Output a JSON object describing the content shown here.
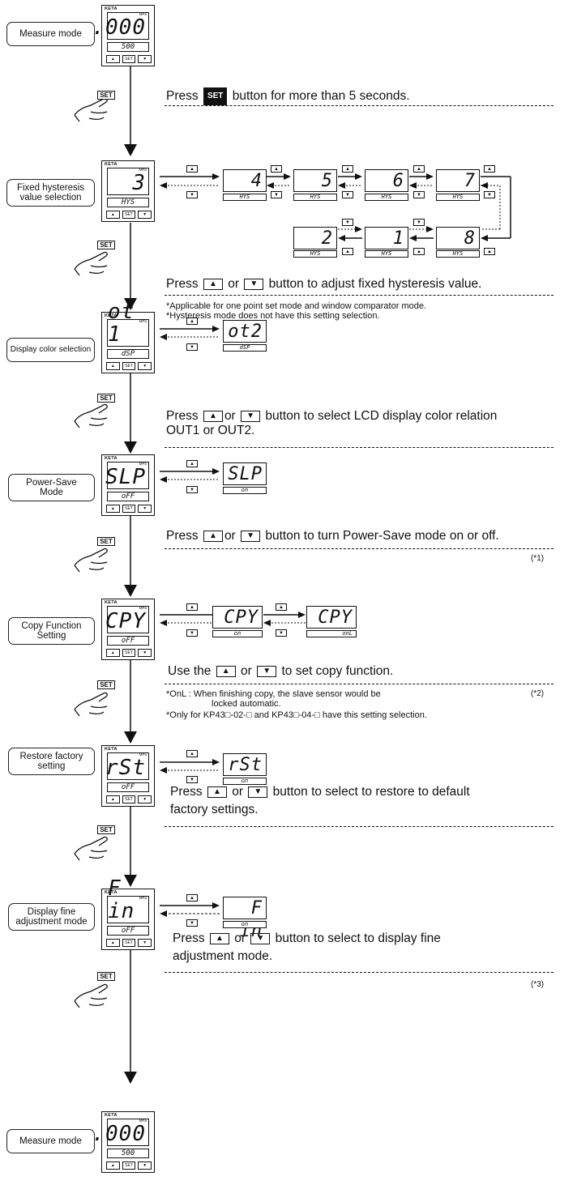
{
  "device": {
    "brand": "KETA",
    "unit": "MPa",
    "btn_up": "▲",
    "btn_set": "SET",
    "btn_down": "▼"
  },
  "steps": {
    "measure_top": {
      "label": "Measure mode",
      "main": ".000",
      "sub": "500"
    },
    "hysteresis": {
      "label": "Fixed hysteresis value selection",
      "main": "3",
      "sub": "HYS"
    },
    "color": {
      "label": "Display color selection",
      "main": "ot 1",
      "sub": "dSP"
    },
    "power": {
      "label": "Power-Save Mode",
      "main": "SLP",
      "sub": "oFF"
    },
    "copy": {
      "label": "Copy Function Setting",
      "main": "CPY",
      "sub": "oFF"
    },
    "restore": {
      "label": "Restore factory setting",
      "main": "rSt",
      "sub": "oFF"
    },
    "fine": {
      "label": "Display fine adjustment mode",
      "main": "F in",
      "sub": "oFF"
    },
    "measure_bottom": {
      "label": "Measure mode",
      "main": ".000",
      "sub": "500"
    }
  },
  "hys_values": {
    "v4": "4",
    "v5": "5",
    "v6": "6",
    "v7": "7",
    "v8": "8",
    "v1": "1",
    "v2": "2",
    "sub": "HYS"
  },
  "alt_displays": {
    "color": {
      "main": "ot2",
      "sub": "dSP"
    },
    "power": {
      "main": "SLP",
      "sub": "on"
    },
    "copy1": {
      "main": "CPY",
      "sub": "on"
    },
    "copy2": {
      "main": "CPY",
      "sub": "onL"
    },
    "restore": {
      "main": "rSt",
      "sub": "on"
    },
    "fine": {
      "main": "F in",
      "sub": "on"
    }
  },
  "hand_key": "SET",
  "instructions": {
    "i1_pre": "Press",
    "i1_post": "button for more than 5 seconds.",
    "i2_pre": "Press",
    "i2_mid": "or",
    "i2_post": "button to adjust fixed hysteresis value.",
    "i2_note1": "*Applicable for one point set mode and window comparator mode.",
    "i2_note2": "*Hysteresis mode does not have this setting selection.",
    "i3_pre": "Press",
    "i3_mid": "or",
    "i3_post": "button to select LCD display color relation",
    "i3_line2": "OUT1 or OUT2.",
    "i4_pre": "Press",
    "i4_mid": "or",
    "i4_post": "button to turn Power-Save mode on or off.",
    "i4_ref": "(*1)",
    "i5_pre": "Use the",
    "i5_mid": "or",
    "i5_post": "to set copy function.",
    "i5_note1": "*OnL : When finishing copy, the slave sensor would be",
    "i5_note1b": "locked automatic.",
    "i5_ref": "(*2)",
    "i5_note2": "*Only for KP43□-02-□ and KP43□-04-□ have this setting selection.",
    "i6_pre": "Press",
    "i6_mid": "or",
    "i6_post": "button to select to restore to default",
    "i6_line2": "factory settings.",
    "i7_pre": "Press",
    "i7_mid": "or",
    "i7_post": "button to select to display fine",
    "i7_line2": "adjustment mode.",
    "i7_ref": "(*3)"
  }
}
